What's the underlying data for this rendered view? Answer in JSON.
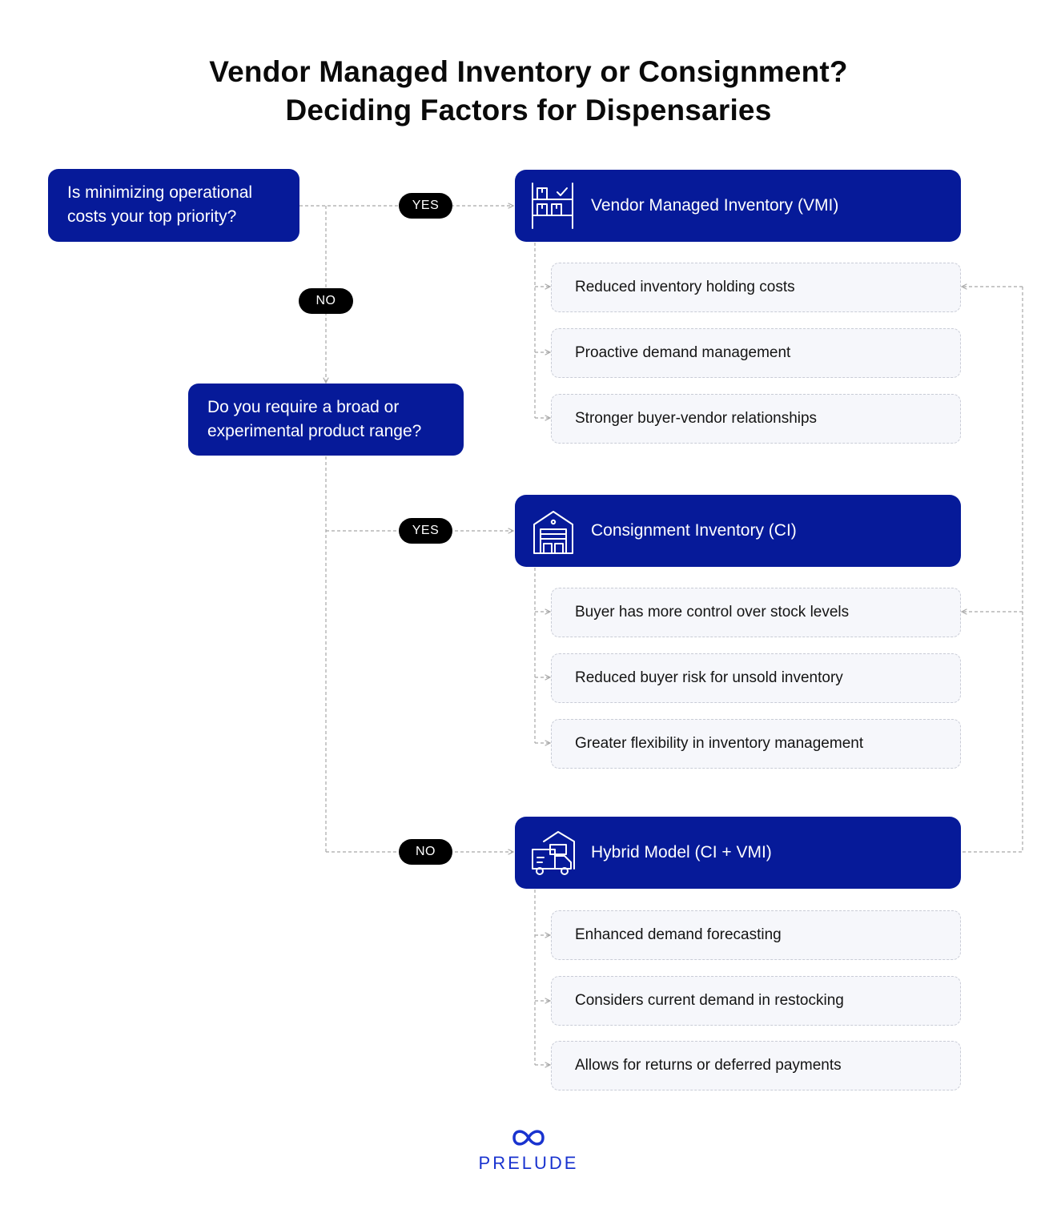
{
  "title": {
    "line1": "Vendor Managed Inventory or Consignment?",
    "line2": "Deciding Factors for Dispensaries"
  },
  "questions": {
    "q1": {
      "line1": "Is minimizing operational",
      "line2": "costs your top priority?"
    },
    "q2": {
      "line1": "Do you require a broad or",
      "line2": "experimental product range?"
    }
  },
  "pills": {
    "q1_yes": "YES",
    "q1_no": "NO",
    "q2_yes": "YES",
    "q2_no": "NO"
  },
  "models": [
    {
      "label": "Vendor Managed Inventory (VMI)",
      "icon": "warehouse-shelves-icon",
      "benefits": [
        "Reduced inventory holding costs",
        "Proactive demand management",
        "Stronger buyer-vendor relationships"
      ]
    },
    {
      "label": "Consignment Inventory (CI)",
      "icon": "warehouse-building-icon",
      "benefits": [
        "Buyer has more control over stock levels",
        "Reduced buyer risk for unsold inventory",
        "Greater flexibility in inventory management"
      ]
    },
    {
      "label": "Hybrid Model (CI + VMI)",
      "icon": "delivery-truck-warehouse-icon",
      "benefits": [
        "Enhanced demand forecasting",
        "Considers current demand in restocking",
        "Allows for returns or deferred payments"
      ]
    }
  ],
  "logo": {
    "text": "PRELUDE",
    "icon": "infinity-loop-icon"
  },
  "colors": {
    "primary_blue": "#061a99",
    "logo_blue": "#1933cf",
    "pill_black": "#000000",
    "benefit_bg": "#f6f7fb",
    "connector_gray": "#a8a8a8"
  }
}
